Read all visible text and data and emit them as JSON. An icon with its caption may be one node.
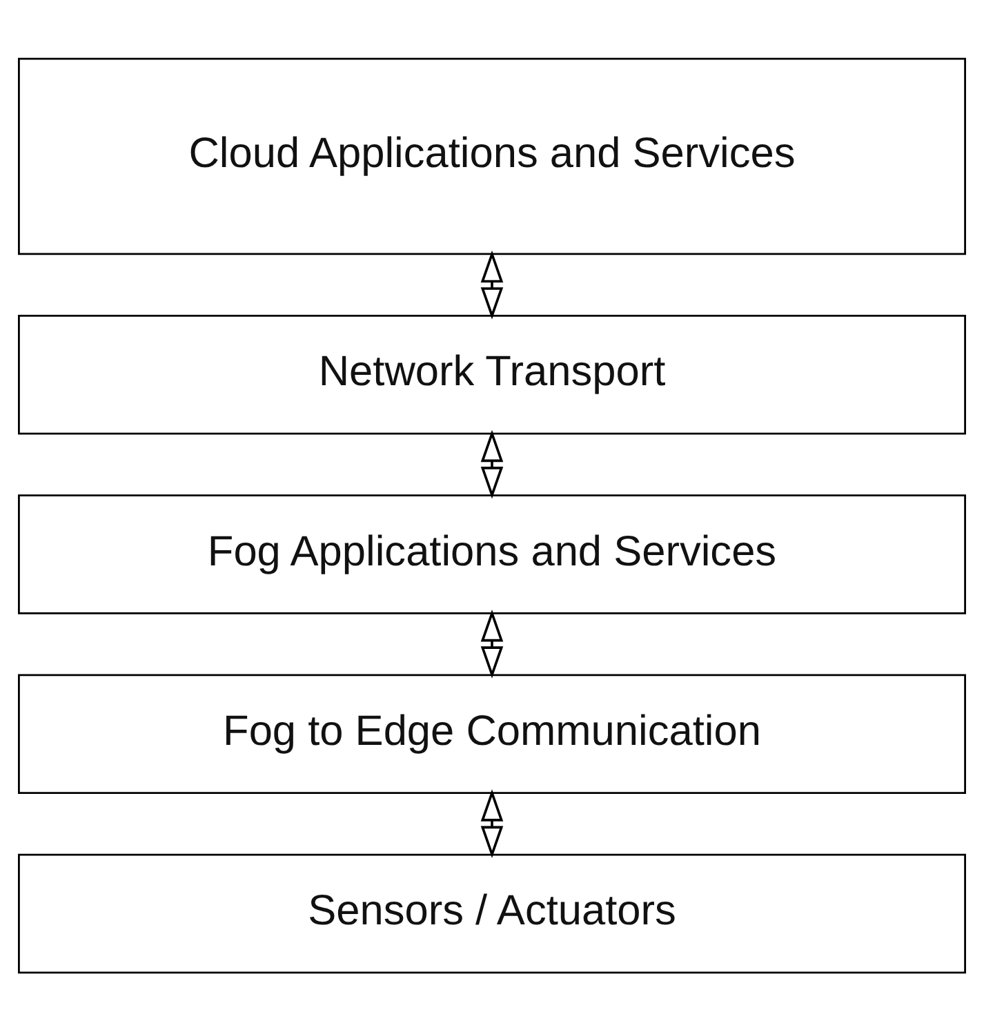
{
  "diagram": {
    "nodes": [
      {
        "text": [
          "Cloud Applications and Services"
        ]
      },
      {
        "text": [
          "Network Transport"
        ]
      },
      {
        "text": [
          "Fog Applications and Services"
        ]
      },
      {
        "text": [
          "Fog to Edge Communication"
        ]
      },
      {
        "text": [
          "Sensors / Actuators"
        ]
      }
    ],
    "edges": [
      {
        "from": 0,
        "to": 1,
        "arrow": "both"
      },
      {
        "from": 1,
        "to": 2,
        "arrow": "both"
      },
      {
        "from": 2,
        "to": 3,
        "arrow": "both"
      },
      {
        "from": 3,
        "to": 4,
        "arrow": "both"
      }
    ]
  }
}
